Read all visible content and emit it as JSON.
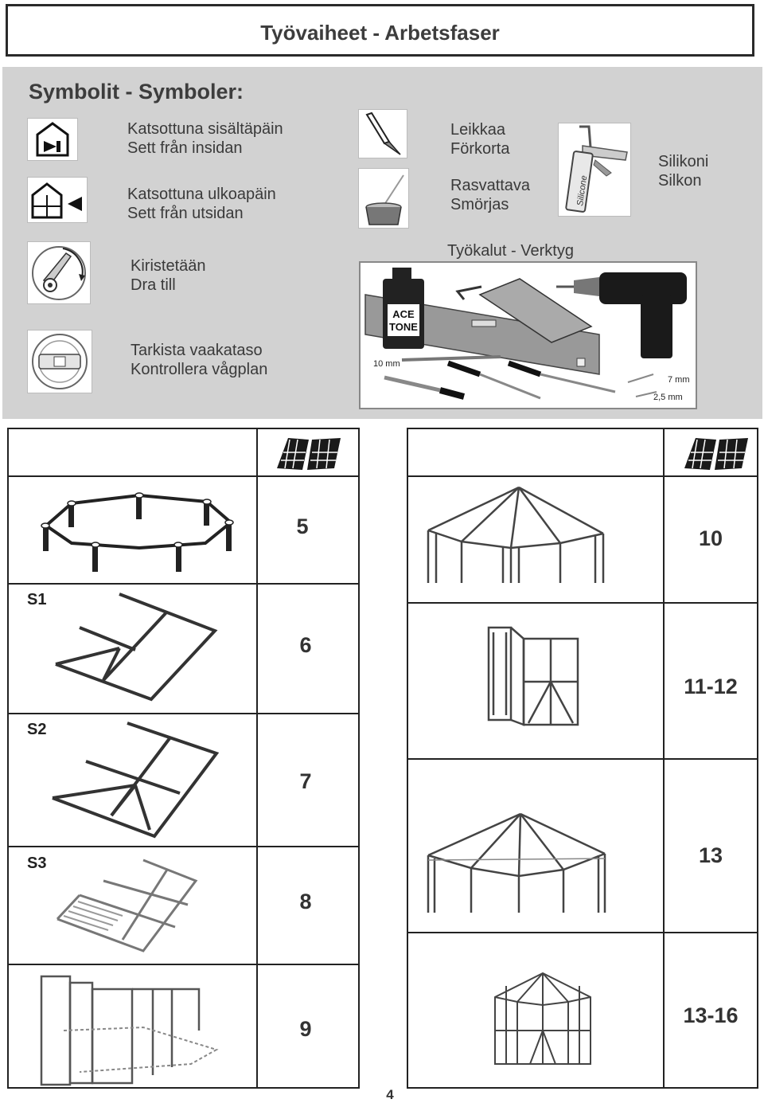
{
  "header": {
    "title": "Työvaiheet - Arbetsfaser"
  },
  "symbols": {
    "heading": "Symbolit - Symboler:",
    "inside": {
      "line1": "Katsottuna sisältäpäin",
      "line2": "Sett från insidan"
    },
    "outside": {
      "line1": "Katsottuna ulkoapäin",
      "line2": "Sett från utsidan"
    },
    "cut": {
      "line1": "Leikkaa",
      "line2": "Förkorta"
    },
    "grease": {
      "line1": "Rasvattava",
      "line2": "Smörjas"
    },
    "silicone": {
      "line1": "Silikoni",
      "line2": "Silkon",
      "tube_label": "Silicone"
    },
    "tighten": {
      "line1": "Kiristetään",
      "line2": "Dra till"
    },
    "level": {
      "line1": "Tarkista vaakataso",
      "line2": "Kontrollera vågplan"
    }
  },
  "tools": {
    "heading": "Työkalut - Verktyg",
    "bottle_label_1": "ACE",
    "bottle_label_2": "TONE",
    "wrench_size": "10 mm",
    "drill_bit_1": "7 mm",
    "drill_bit_2": "2,5 mm"
  },
  "steps": {
    "left": [
      {
        "label": "",
        "number": "5"
      },
      {
        "label": "S1",
        "number": "6"
      },
      {
        "label": "S2",
        "number": "7"
      },
      {
        "label": "S3",
        "number": "8"
      },
      {
        "label": "",
        "number": "9"
      }
    ],
    "right": [
      {
        "number": "10"
      },
      {
        "number": "11-12"
      },
      {
        "number": "13"
      },
      {
        "number": "13-16"
      }
    ]
  },
  "page_number": "4"
}
